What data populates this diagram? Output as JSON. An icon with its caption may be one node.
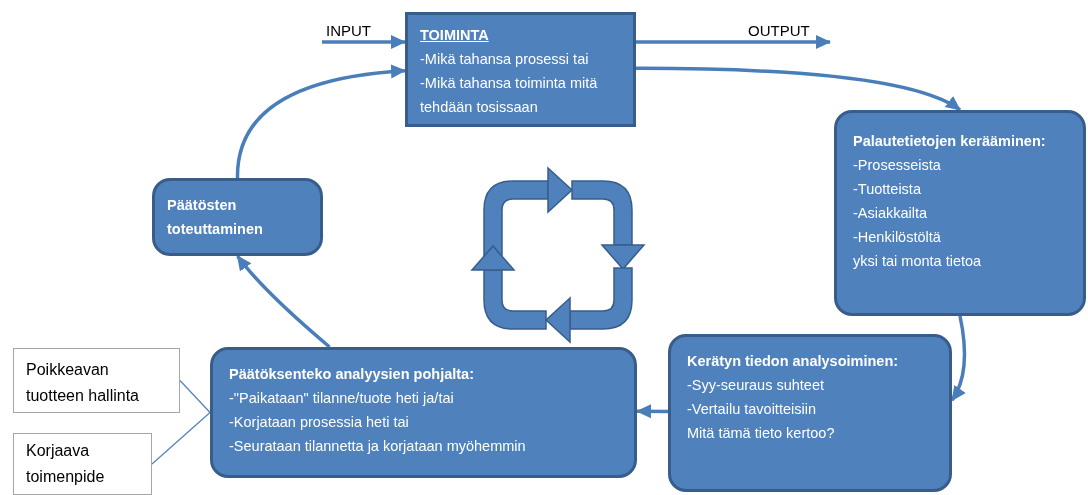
{
  "diagram": {
    "nodes": [
      {
        "text": [
          "TOIMINTA",
          "-Mikä tahansa prosessi tai",
          "-Mikä tahansa toiminta mitä tehdään tosissaan"
        ]
      },
      {
        "text": [
          "Palautetietojen kerääminen:",
          "-Prosesseista",
          "-Tuotteista",
          "-Asiakkailta",
          "-Henkilöstöltä",
          "yksi tai monta tietoa"
        ]
      },
      {
        "text": [
          "Kerätyn tiedon analysoiminen:",
          "-Syy-seuraus suhteet",
          "-Vertailu tavoitteisiin",
          "Mitä tämä tieto kertoo?"
        ]
      },
      {
        "text": [
          "Päätöksenteko analyysien pohjalta:",
          "-\"Paikataan\" tilanne/tuote heti ja/tai",
          "-Korjataan prosessia heti tai",
          "-Seurataan tilannetta ja korjataan myöhemmin"
        ]
      },
      {
        "text": [
          "Päätösten toteuttaminen"
        ]
      },
      {
        "text": [
          "Poikkeavan tuotteen hallinta"
        ]
      },
      {
        "text": [
          "Korjaava toimenpide"
        ]
      }
    ],
    "edges": [
      {
        "from": null,
        "to": 0,
        "arrow": "to",
        "label": "INPUT"
      },
      {
        "from": 0,
        "to": null,
        "arrow": "to",
        "label": "OUTPUT"
      },
      {
        "from": 0,
        "to": 1,
        "arrow": "to"
      },
      {
        "from": 1,
        "to": 2,
        "arrow": "to"
      },
      {
        "from": 2,
        "to": 3,
        "arrow": "to"
      },
      {
        "from": 3,
        "to": 4,
        "arrow": "to"
      },
      {
        "from": 4,
        "to": 0,
        "arrow": "to"
      },
      {
        "from": 5,
        "to": 3,
        "arrow": "none"
      },
      {
        "from": 6,
        "to": 3,
        "arrow": "none"
      }
    ]
  }
}
